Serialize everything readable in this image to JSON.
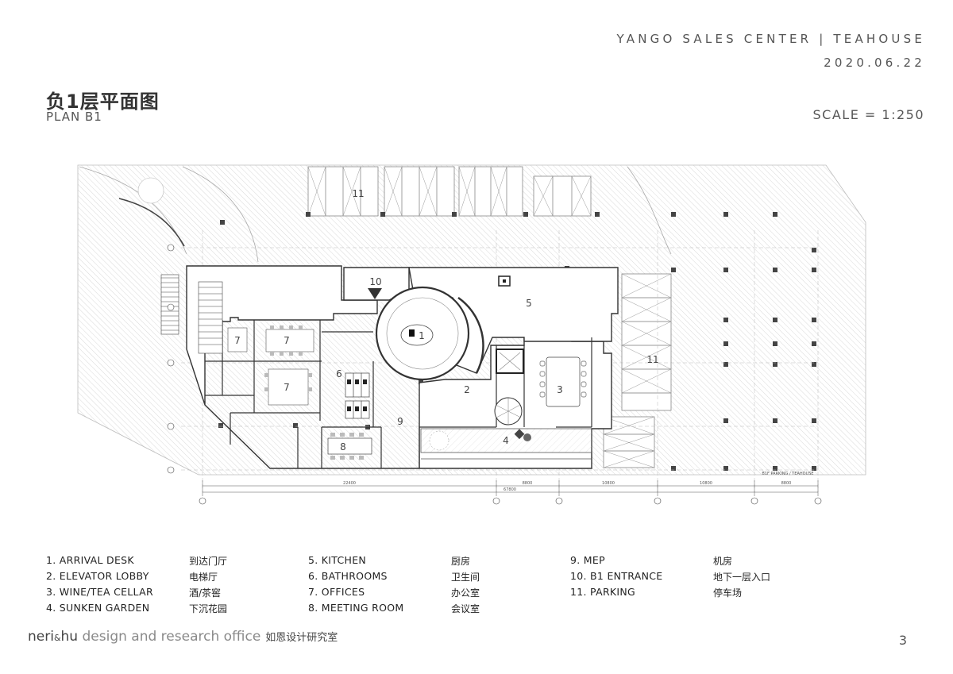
{
  "header": {
    "project_title": "YANGO SALES CENTER | TEAHOUSE",
    "date": "2020.06.22",
    "title_cn": "负1层平面图",
    "title_en": "PLAN B1",
    "scale": "SCALE = 1:250"
  },
  "plan": {
    "room_numbers": [
      "1",
      "2",
      "3",
      "4",
      "5",
      "6",
      "7",
      "7",
      "7",
      "8",
      "9",
      "10",
      "11",
      "11"
    ],
    "dimensions": [
      "22400",
      "8800",
      "10800",
      "10800",
      "8800",
      "67800"
    ],
    "north_note": "B1F PARKING / TEAHOUSE"
  },
  "legend": {
    "col1": [
      {
        "en": "1. ARRIVAL DESK",
        "cn": "到达门厅"
      },
      {
        "en": "2. ELEVATOR LOBBY",
        "cn": "电梯厅"
      },
      {
        "en": "3. WINE/TEA CELLAR",
        "cn": "酒/茶窖"
      },
      {
        "en": "4. SUNKEN GARDEN",
        "cn": "下沉花园"
      }
    ],
    "col2": [
      {
        "en": "5. KITCHEN",
        "cn": "厨房"
      },
      {
        "en": "6. BATHROOMS",
        "cn": "卫生间"
      },
      {
        "en": "7. OFFICES",
        "cn": "办公室"
      },
      {
        "en": "8. MEETING ROOM",
        "cn": "会议室"
      }
    ],
    "col3": [
      {
        "en": "9. MEP",
        "cn": "机房"
      },
      {
        "en": "10. B1 ENTRANCE",
        "cn": "地下一层入口"
      },
      {
        "en": "11. PARKING",
        "cn": "停车场"
      }
    ]
  },
  "footer": {
    "brand_a": "neri",
    "brand_amp": "&",
    "brand_b": "hu",
    "brand_rest": " design and research office",
    "brand_cn": "如恩设计研究室",
    "page_number": "3"
  }
}
